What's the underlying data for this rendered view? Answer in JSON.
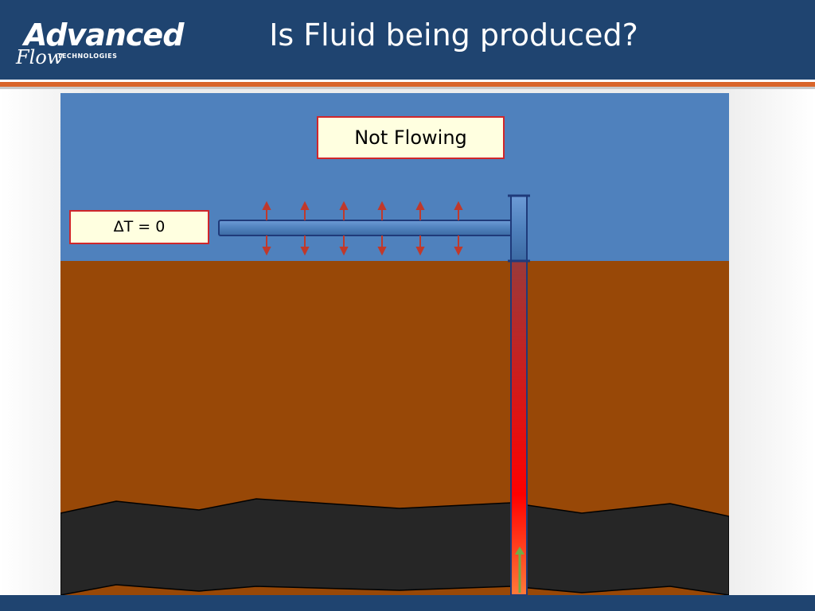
{
  "header": {
    "title": "Is Fluid being produced?"
  },
  "logo": {
    "word": "Advanced",
    "flow": "Flow",
    "tagline": "TECHNOLOGIES"
  },
  "diagram": {
    "status_label": "Not Flowing",
    "delta_label": "ΔT = 0",
    "icons": [
      "heat-arrow-icon",
      "flow-arrow-icon"
    ],
    "colors": {
      "sky": "#4f81bd",
      "soil": "#984807",
      "rock": "#262626",
      "pipe": "#4f81bd",
      "hot_fluid": "#ff0000",
      "flow_arrow": "#70ad47",
      "heat_arrows": "#c0392b",
      "brand_blue": "#1f4470",
      "accent_orange": "#d9652a"
    }
  }
}
